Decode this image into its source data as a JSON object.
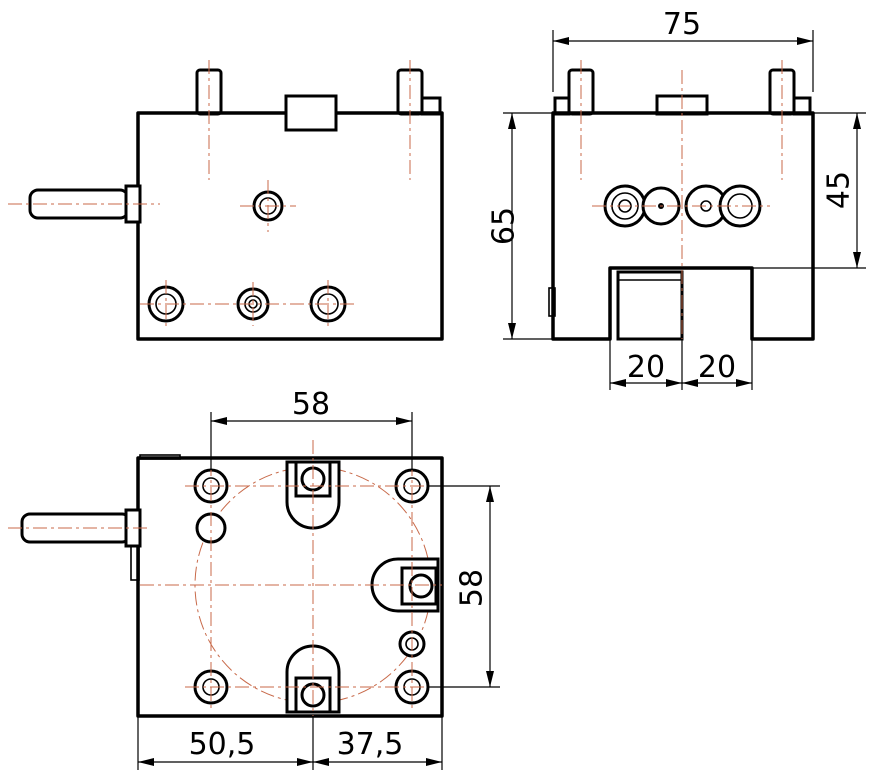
{
  "dimensions": {
    "side_width": "75",
    "side_height": "65",
    "hole_height": "45",
    "slot_left": "20",
    "slot_right": "20",
    "hole_spacing": "58",
    "vertical_spacing": "58",
    "bottom_left": "50,5",
    "bottom_right": "37,5"
  }
}
